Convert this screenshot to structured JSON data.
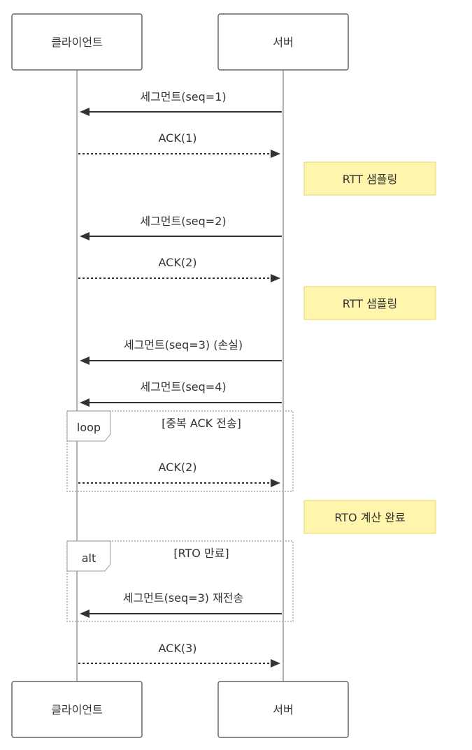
{
  "colors": {
    "note_fill": "#fff5ad",
    "line": "#333333"
  },
  "participants": [
    {
      "id": "client",
      "label": "클라이언트"
    },
    {
      "id": "server",
      "label": "서버"
    }
  ],
  "messages": [
    {
      "label": "세그먼트(seq=1)",
      "from": "server",
      "to": "client",
      "style": "solid"
    },
    {
      "label": "ACK(1)",
      "from": "client",
      "to": "server",
      "style": "dotted"
    },
    {
      "label": "세그먼트(seq=2)",
      "from": "server",
      "to": "client",
      "style": "solid"
    },
    {
      "label": "ACK(2)",
      "from": "client",
      "to": "server",
      "style": "dotted"
    },
    {
      "label": "세그먼트(seq=3) (손실)",
      "from": "server",
      "to": "client",
      "style": "solid"
    },
    {
      "label": "세그먼트(seq=4)",
      "from": "server",
      "to": "client",
      "style": "solid"
    },
    {
      "label": "ACK(2)",
      "from": "client",
      "to": "server",
      "style": "dotted"
    },
    {
      "label": "세그먼트(seq=3) 재전송",
      "from": "server",
      "to": "client",
      "style": "solid"
    },
    {
      "label": "ACK(3)",
      "from": "client",
      "to": "server",
      "style": "dotted"
    }
  ],
  "notes": [
    {
      "label": "RTT 샘플링"
    },
    {
      "label": "RTT 샘플링"
    },
    {
      "label": "RTO 계산 완료"
    }
  ],
  "frames": [
    {
      "kind": "loop",
      "condition": "[중복 ACK 전송]"
    },
    {
      "kind": "alt",
      "condition": "[RTO 만료]"
    }
  ]
}
